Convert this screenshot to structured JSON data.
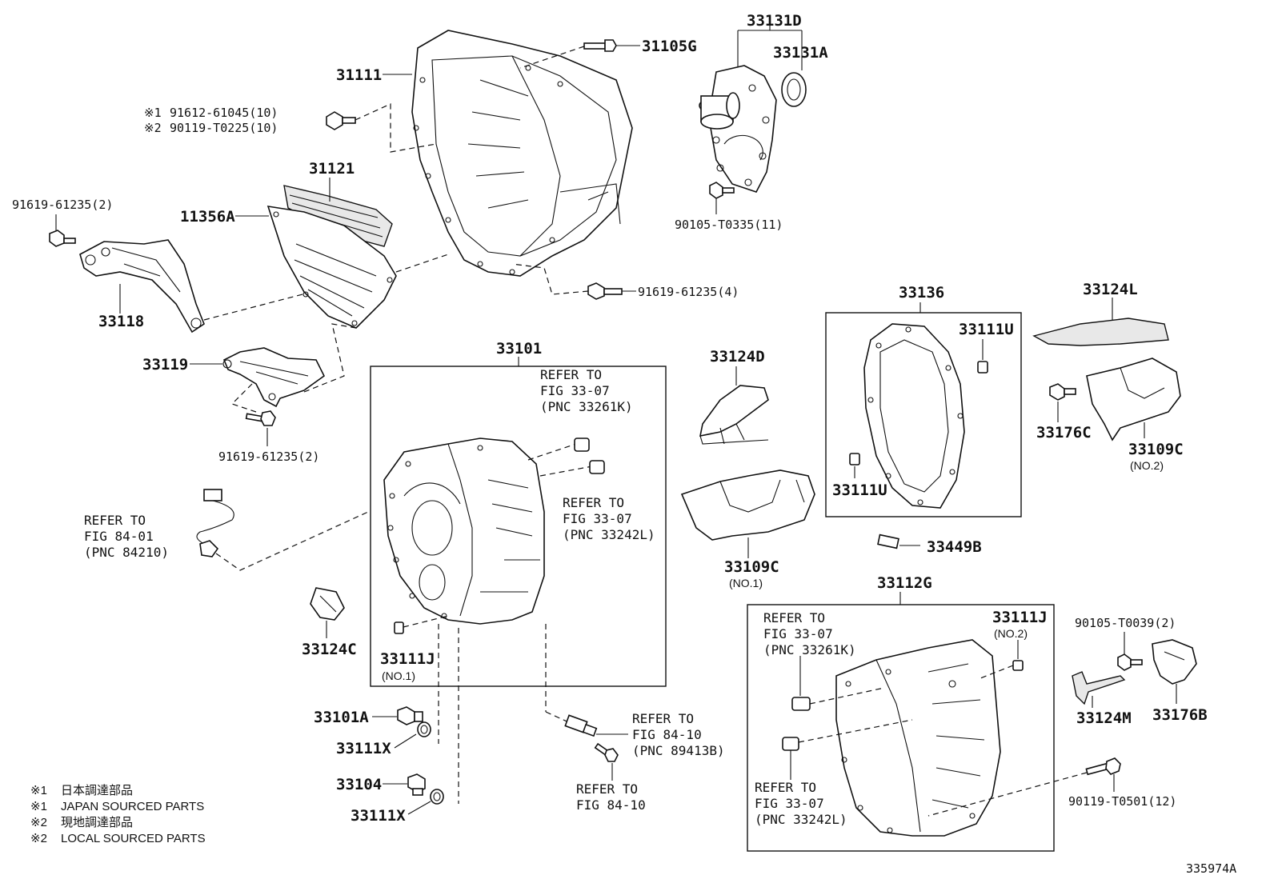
{
  "diagram": {
    "catalog_number": "335974A",
    "parts": {
      "p31111": "31111",
      "p31105g": "31105G",
      "p91612": "91612-61045(10)",
      "p90119a": "90119-T0225(10)",
      "p31121": "31121",
      "p11356a": "11356A",
      "p91619a": "91619-61235(2)",
      "p33118": "33118",
      "p33119": "33119",
      "p91619b": "91619-61235(2)",
      "p91619c": "91619-61235(4)",
      "p33131d": "33131D",
      "p33131a": "33131A",
      "p90105a": "90105-T0335(11)",
      "p33101": "33101",
      "p33124d": "33124D",
      "p33109c1": "33109C",
      "p33109c1_note": "(NO.1)",
      "p33136": "33136",
      "p33111u_a": "33111U",
      "p33111u_b": "33111U",
      "p33449b": "33449B",
      "p33124l": "33124L",
      "p33176c": "33176C",
      "p33109c2": "33109C",
      "p33109c2_note": "(NO.2)",
      "p33124c": "33124C",
      "p33111j1": "33111J",
      "p33111j1_note": "(NO.1)",
      "p33101a": "33101A",
      "p33111x_a": "33111X",
      "p33104": "33104",
      "p33111x_b": "33111X",
      "p33112g": "33112G",
      "p33111j2": "33111J",
      "p33111j2_note": "(NO.2)",
      "p90105b": "90105-T0039(2)",
      "p33124m": "33124M",
      "p33176b": "33176B",
      "p90119b": "90119-T0501(12)"
    },
    "markers": {
      "m1": "※1",
      "m2": "※2"
    },
    "refs": {
      "r1": [
        "REFER TO",
        "FIG 33-07",
        "(PNC 33261K)"
      ],
      "r2": [
        "REFER TO",
        "FIG 33-07",
        "(PNC 33242L)"
      ],
      "r3": [
        "REFER TO",
        "FIG 84-01",
        "(PNC 84210)"
      ],
      "r4": [
        "REFER TO",
        "FIG 84-10",
        "(PNC 89413B)"
      ],
      "r5": [
        "REFER TO",
        "FIG 84-10"
      ],
      "r6": [
        "REFER TO",
        "FIG 33-07",
        "(PNC 33261K)"
      ],
      "r7": [
        "REFER TO",
        "FIG 33-07",
        "(PNC 33242L)"
      ]
    },
    "legend": [
      {
        "mark": "※1",
        "text": "日本調達部品"
      },
      {
        "mark": "※1",
        "text": "JAPAN SOURCED PARTS"
      },
      {
        "mark": "※2",
        "text": "現地調達部品"
      },
      {
        "mark": "※2",
        "text": "LOCAL SOURCED PARTS"
      }
    ]
  }
}
